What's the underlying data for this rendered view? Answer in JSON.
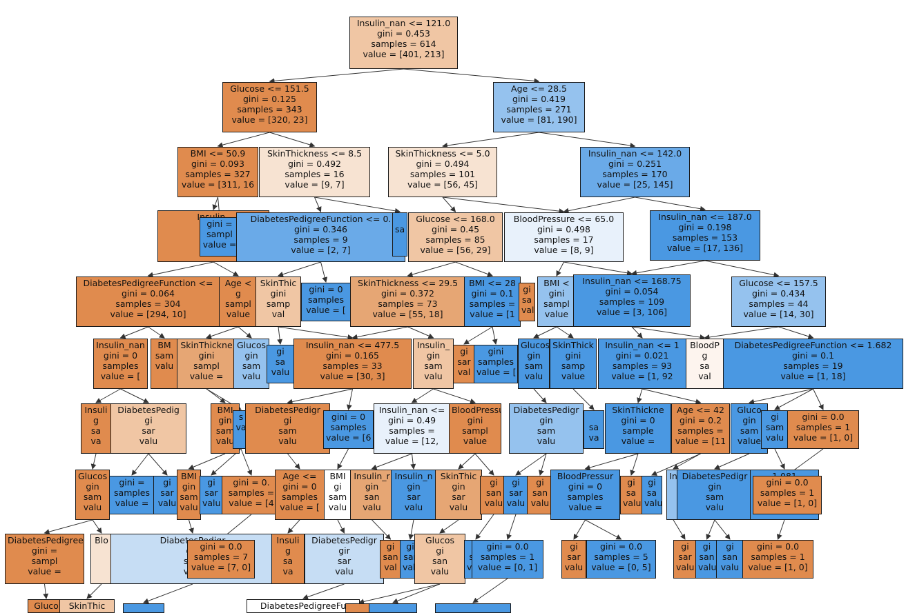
{
  "colors": {
    "orange_dark": "#e08b4e",
    "orange_mid": "#e6a674",
    "orange_light": "#f0c6a4",
    "orange_pale": "#f7e3d2",
    "orange_faint": "#fdf4ee",
    "white": "#ffffff",
    "blue_faint": "#e8f1fb",
    "blue_pale": "#c6ddf4",
    "blue_light": "#95c2ee",
    "blue_mid": "#6aaae8",
    "blue_dark": "#4a98e2",
    "edge": "#333333"
  },
  "nodes": [
    {
      "id": "root",
      "color": "orange_light",
      "lines": [
        "Insulin_nan <= 121.0",
        "gini = 0.453",
        "samples = 614",
        "value = [401, 213]"
      ]
    },
    {
      "id": "n1",
      "color": "orange_dark",
      "lines": [
        "Glucose <= 151.5",
        "gini = 0.125",
        "samples = 343",
        "value = [320, 23]"
      ]
    },
    {
      "id": "n2",
      "color": "blue_light",
      "lines": [
        "Age <= 28.5",
        "gini = 0.419",
        "samples = 271",
        "value = [81, 190]"
      ]
    },
    {
      "id": "n3",
      "color": "orange_dark",
      "lines": [
        "BMI <= 50.9",
        "gini = 0.093",
        "samples = 327",
        "value = [311, 16"
      ]
    },
    {
      "id": "n4",
      "color": "orange_pale",
      "lines": [
        "SkinThickness <= 8.5",
        "gini = 0.492",
        "samples = 16",
        "value = [9, 7]"
      ]
    },
    {
      "id": "n5",
      "color": "orange_pale",
      "lines": [
        "SkinThickness <= 5.0",
        "gini = 0.494",
        "samples = 101",
        "value = [56, 45]"
      ]
    },
    {
      "id": "n6",
      "color": "blue_mid",
      "lines": [
        "Insulin_nan <= 142.0",
        "gini = 0.251",
        "samples = 170",
        "value = [25, 145]"
      ]
    },
    {
      "id": "n7",
      "color": "orange_dark",
      "lines": [
        "Insulin_",
        "gin",
        "sam",
        "value"
      ]
    },
    {
      "id": "n8",
      "color": "blue_dark",
      "lines": [
        "gini =",
        "sampl",
        "value ="
      ]
    },
    {
      "id": "n9",
      "color": "blue_mid",
      "lines": [
        "DiabetesPedigreeFunction <= 0.",
        "gini = 0.346",
        "samples = 9",
        "value = [2, 7]"
      ]
    },
    {
      "id": "n10",
      "color": "blue_dark",
      "lines": [
        "",
        "sa",
        ""
      ]
    },
    {
      "id": "n11",
      "color": "orange_light",
      "lines": [
        "Glucose <= 168.0",
        "gini = 0.45",
        "samples = 85",
        "value = [56, 29]"
      ]
    },
    {
      "id": "n12",
      "color": "blue_faint",
      "lines": [
        "BloodPressure <= 65.0",
        "gini = 0.498",
        "samples = 17",
        "value = [8, 9]"
      ]
    },
    {
      "id": "n13",
      "color": "blue_dark",
      "lines": [
        "Insulin_nan <= 187.0",
        "gini = 0.198",
        "samples = 153",
        "value = [17, 136]"
      ]
    },
    {
      "id": "n14",
      "color": "orange_dark",
      "lines": [
        "DiabetesPedigreeFunction <=",
        "gini = 0.064",
        "samples = 304",
        "value = [294, 10]"
      ]
    },
    {
      "id": "n15",
      "color": "orange_dark",
      "lines": [
        "Age <",
        "g",
        "sampl",
        "value"
      ]
    },
    {
      "id": "n16",
      "color": "orange_light",
      "lines": [
        "SkinThic",
        "gini",
        "samp",
        "val"
      ]
    },
    {
      "id": "n17",
      "color": "blue_dark",
      "lines": [
        "gini = 0",
        "samples",
        "value = ["
      ]
    },
    {
      "id": "n18",
      "color": "orange_mid",
      "lines": [
        "SkinThickness <= 29.5",
        "gini = 0.372",
        "samples = 73",
        "value = [55, 18]"
      ]
    },
    {
      "id": "n19",
      "color": "blue_dark",
      "lines": [
        "BMI <= 28",
        "gini = 0.1",
        "samples =",
        "value = [1"
      ]
    },
    {
      "id": "n20",
      "color": "orange_dark",
      "lines": [
        "gi",
        "sa",
        "val"
      ]
    },
    {
      "id": "n21",
      "color": "blue_light",
      "lines": [
        "BMI <",
        "gini",
        "sampl",
        "value"
      ]
    },
    {
      "id": "n22",
      "color": "blue_dark",
      "lines": [
        "Insulin_nan <= 168.75",
        "gini = 0.054",
        "samples = 109",
        "value = [3, 106]"
      ]
    },
    {
      "id": "n23",
      "color": "blue_light",
      "lines": [
        "Glucose <= 157.5",
        "gini = 0.434",
        "samples = 44",
        "value = [14, 30]"
      ]
    },
    {
      "id": "n24",
      "color": "orange_dark",
      "lines": [
        "Insulin_nan",
        "gini = 0",
        "samples",
        "value = ["
      ]
    },
    {
      "id": "n25",
      "color": "orange_dark",
      "lines": [
        "BM",
        "sam",
        "valu"
      ]
    },
    {
      "id": "n26",
      "color": "orange_mid",
      "lines": [
        "SkinThickne",
        "gini",
        "sampl",
        "value ="
      ]
    },
    {
      "id": "n27",
      "color": "blue_light",
      "lines": [
        "Glucos",
        "gin",
        "sam",
        "valu"
      ]
    },
    {
      "id": "n28",
      "color": "blue_dark",
      "lines": [
        "gi",
        "sa",
        "valu"
      ]
    },
    {
      "id": "n29",
      "color": "orange_dark",
      "lines": [
        "Insulin_nan <= 477.5",
        "gini = 0.165",
        "samples = 33",
        "value = [30, 3]"
      ]
    },
    {
      "id": "n30",
      "color": "orange_light",
      "lines": [
        "Insulin_",
        "gin",
        "sam",
        "valu"
      ]
    },
    {
      "id": "n31",
      "color": "orange_dark",
      "lines": [
        "gi",
        "sar",
        "val"
      ]
    },
    {
      "id": "n32",
      "color": "blue_dark",
      "lines": [
        "gini",
        "samples",
        "value = ["
      ]
    },
    {
      "id": "n33",
      "color": "blue_dark",
      "lines": [
        "Glucos",
        "gin",
        "sam",
        "valu"
      ]
    },
    {
      "id": "n34",
      "color": "blue_dark",
      "lines": [
        "SkinThick",
        "gini",
        "samp",
        "value"
      ]
    },
    {
      "id": "n35",
      "color": "blue_dark",
      "lines": [
        "Insulin_nan <= 1",
        "gini = 0.021",
        "samples = 93",
        "value = [1, 92"
      ]
    },
    {
      "id": "n36",
      "color": "orange_faint",
      "lines": [
        "BloodP",
        "g",
        "sa",
        "val"
      ]
    },
    {
      "id": "n37",
      "color": "blue_dark",
      "lines": [
        "DiabetesPedigreeFunction <= 1.682",
        "gini = 0.1",
        "samples = 19",
        "value = [1, 18]"
      ]
    },
    {
      "id": "n38",
      "color": "orange_dark",
      "lines": [
        "Insuli",
        "g",
        "sa",
        "va"
      ]
    },
    {
      "id": "n39",
      "color": "orange_light",
      "lines": [
        "DiabetesPedig",
        "gi",
        "sar",
        "valu"
      ]
    },
    {
      "id": "n40",
      "color": "orange_dark",
      "lines": [
        "BMI",
        "gin",
        "sam",
        "valu"
      ]
    },
    {
      "id": "n41",
      "color": "blue_dark",
      "lines": [
        "s",
        "va"
      ]
    },
    {
      "id": "n42",
      "color": "orange_dark",
      "lines": [
        "DiabetesPedigr",
        "gi",
        "sam",
        "valu"
      ]
    },
    {
      "id": "n43",
      "color": "blue_dark",
      "lines": [
        "gini = 0",
        "samples",
        "value = [6"
      ]
    },
    {
      "id": "n44",
      "color": "blue_faint",
      "lines": [
        "Insulin_nan <=",
        "gini = 0.49",
        "samples =",
        "value = [12,"
      ]
    },
    {
      "id": "n45",
      "color": "orange_dark",
      "lines": [
        "BloodPressu",
        "gini",
        "sampl",
        "value"
      ]
    },
    {
      "id": "n46",
      "color": "blue_light",
      "lines": [
        "DiabetesPedigr",
        "gin",
        "sam",
        "valu"
      ]
    },
    {
      "id": "n47",
      "color": "blue_dark",
      "lines": [
        "",
        "sa",
        "va"
      ]
    },
    {
      "id": "n48",
      "color": "blue_dark",
      "lines": [
        "SkinThickne",
        "gini = 0",
        "sample",
        "value ="
      ]
    },
    {
      "id": "n49",
      "color": "orange_dark",
      "lines": [
        "Age <= 42",
        "gini = 0.2",
        "samples =",
        "value = [11"
      ]
    },
    {
      "id": "n50",
      "color": "blue_dark",
      "lines": [
        "Gluco",
        "gin",
        "sam",
        "value"
      ]
    },
    {
      "id": "n51",
      "color": "blue_dark",
      "lines": [
        "gi",
        "sam",
        "valu"
      ]
    },
    {
      "id": "n52",
      "color": "orange_dark",
      "lines": [
        "gini = 0.0",
        "samples = 1",
        "value = [1, 0]"
      ]
    },
    {
      "id": "n53",
      "color": "orange_dark",
      "lines": [
        "Glucos",
        "gin",
        "sam",
        "valu"
      ]
    },
    {
      "id": "n54",
      "color": "blue_dark",
      "lines": [
        "gini =",
        "samples",
        "value ="
      ]
    },
    {
      "id": "n55",
      "color": "blue_dark",
      "lines": [
        "gi",
        "sar",
        "valu"
      ]
    },
    {
      "id": "n56",
      "color": "orange_dark",
      "lines": [
        "BMI",
        "gin",
        "sam",
        "valu"
      ]
    },
    {
      "id": "n57",
      "color": "blue_dark",
      "lines": [
        "gi",
        "sar",
        "valu"
      ]
    },
    {
      "id": "n58",
      "color": "orange_dark",
      "lines": [
        "gini = 0.",
        "samples =",
        "value = [4"
      ]
    },
    {
      "id": "n59",
      "color": "orange_dark",
      "lines": [
        "Age <=",
        "gini = 0",
        "samples",
        "value = ["
      ]
    },
    {
      "id": "n60",
      "color": "white",
      "lines": [
        "BMI",
        "gi",
        "sam",
        "valu"
      ]
    },
    {
      "id": "n61",
      "color": "orange_mid",
      "lines": [
        "Insulin_r",
        "gin",
        "san",
        "valu"
      ]
    },
    {
      "id": "n62",
      "color": "blue_dark",
      "lines": [
        "Insulin_n",
        "gin",
        "sar",
        "valu"
      ]
    },
    {
      "id": "n63",
      "color": "orange_mid",
      "lines": [
        "SkinThic",
        "gin",
        "sar",
        "valu"
      ]
    },
    {
      "id": "n64",
      "color": "orange_dark",
      "lines": [
        "gi",
        "san",
        "valu"
      ]
    },
    {
      "id": "n65",
      "color": "blue_dark",
      "lines": [
        "gi",
        "sar",
        "valu"
      ]
    },
    {
      "id": "n66",
      "color": "orange_dark",
      "lines": [
        "gi",
        "san",
        "valu"
      ]
    },
    {
      "id": "n67",
      "color": "blue_dark",
      "lines": [
        "BloodPressur",
        "gini = 0",
        "samples",
        "value ="
      ]
    },
    {
      "id": "n68",
      "color": "orange_dark",
      "lines": [
        "gi",
        "sa",
        "valu"
      ]
    },
    {
      "id": "n69",
      "color": "blue_dark",
      "lines": [
        "gi",
        "sa",
        "valu"
      ]
    },
    {
      "id": "n70",
      "color": "blue_light",
      "lines": [
        "In",
        "",
        "",
        ""
      ]
    },
    {
      "id": "n71",
      "color": "blue_dark",
      "lines": [
        "DiabetesPedigr",
        "gin",
        "sam",
        "valu"
      ]
    },
    {
      "id": "n72",
      "color": "blue_dark",
      "lines": [
        "1.081",
        "",
        "",
        ""
      ]
    },
    {
      "id": "n73",
      "color": "orange_dark",
      "lines": [
        "gini = 0.0",
        "samples = 1",
        "value = [1, 0]"
      ]
    },
    {
      "id": "n74",
      "color": "orange_dark",
      "lines": [
        "DiabetesPedigree",
        "gini =",
        "sampl",
        "value ="
      ]
    },
    {
      "id": "n75",
      "color": "orange_pale",
      "lines": [
        "Blo",
        "",
        "",
        ""
      ]
    },
    {
      "id": "n76",
      "color": "blue_pale",
      "lines": [
        "DiabetesPedigr",
        "gin",
        "sam",
        "valu"
      ]
    },
    {
      "id": "n77",
      "color": "orange_dark",
      "lines": [
        "gini = 0.0",
        "samples = 7",
        "value = [7, 0]"
      ]
    },
    {
      "id": "n78",
      "color": "orange_dark",
      "lines": [
        "Insuli",
        "g",
        "sa",
        "va"
      ]
    },
    {
      "id": "n79",
      "color": "blue_pale",
      "lines": [
        "DiabetesPedigr",
        "gir",
        "sar",
        "valu"
      ]
    },
    {
      "id": "n80",
      "color": "orange_dark",
      "lines": [
        "gi",
        "san",
        "val"
      ]
    },
    {
      "id": "n81",
      "color": "blue_dark",
      "lines": [
        "gi",
        "sar",
        "valu"
      ]
    },
    {
      "id": "n82",
      "color": "orange_light",
      "lines": [
        "Glucos",
        "gi",
        "san",
        "valu"
      ]
    },
    {
      "id": "n83",
      "color": "blue_dark",
      "lines": [
        "gi",
        "sar",
        "valu"
      ]
    },
    {
      "id": "n84",
      "color": "blue_dark",
      "lines": [
        "gini = 0.0",
        "samples = 1",
        "value = [0, 1]"
      ]
    },
    {
      "id": "n85",
      "color": "orange_dark",
      "lines": [
        "gi",
        "sar",
        "valu"
      ]
    },
    {
      "id": "n86",
      "color": "blue_dark",
      "lines": [
        "gini = 0.0",
        "samples = 5",
        "value = [0, 5]"
      ]
    },
    {
      "id": "n87",
      "color": "orange_dark",
      "lines": [
        "gi",
        "sar",
        "valu"
      ]
    },
    {
      "id": "n88",
      "color": "blue_dark",
      "lines": [
        "gi",
        "san",
        "valu"
      ]
    },
    {
      "id": "n89",
      "color": "blue_dark",
      "lines": [
        "gi",
        "san",
        "valu"
      ]
    },
    {
      "id": "n90",
      "color": "orange_dark",
      "lines": [
        "gini = 0.0",
        "samples = 1",
        "value = [1, 0]"
      ]
    },
    {
      "id": "n91",
      "color": "orange_dark",
      "lines": [
        "Gluco"
      ]
    },
    {
      "id": "n92",
      "color": "orange_light",
      "lines": [
        "SkinThic"
      ]
    },
    {
      "id": "n93",
      "color": "blue_dark",
      "lines": [
        ""
      ]
    },
    {
      "id": "n94",
      "color": "white",
      "lines": [
        "DiabetesPedigreeFu"
      ]
    },
    {
      "id": "n95",
      "color": "orange_dark",
      "lines": [
        ""
      ]
    },
    {
      "id": "n96",
      "color": "blue_dark",
      "lines": [
        ""
      ]
    },
    {
      "id": "n97",
      "color": "blue_dark",
      "lines": [
        ""
      ]
    }
  ],
  "edges": [
    [
      "root",
      "n1"
    ],
    [
      "root",
      "n2"
    ],
    [
      "n1",
      "n3"
    ],
    [
      "n1",
      "n4"
    ],
    [
      "n2",
      "n5"
    ],
    [
      "n2",
      "n6"
    ],
    [
      "n3",
      "n7"
    ],
    [
      "n3",
      "n8"
    ],
    [
      "n4",
      "n9"
    ],
    [
      "n4",
      "n10"
    ],
    [
      "n5",
      "n11"
    ],
    [
      "n5",
      "n12"
    ],
    [
      "n6",
      "n12"
    ],
    [
      "n6",
      "n13"
    ],
    [
      "n7",
      "n14"
    ],
    [
      "n7",
      "n15"
    ],
    [
      "n9",
      "n16"
    ],
    [
      "n9",
      "n17"
    ],
    [
      "n11",
      "n18"
    ],
    [
      "n11",
      "n19"
    ],
    [
      "n12",
      "n21"
    ],
    [
      "n12",
      "n22"
    ],
    [
      "n13",
      "n22"
    ],
    [
      "n13",
      "n23"
    ],
    [
      "n14",
      "n24"
    ],
    [
      "n14",
      "n25"
    ],
    [
      "n15",
      "n26"
    ],
    [
      "n15",
      "n27"
    ],
    [
      "n16",
      "n28"
    ],
    [
      "n16",
      "n29"
    ],
    [
      "n18",
      "n29"
    ],
    [
      "n18",
      "n30"
    ],
    [
      "n19",
      "n31"
    ],
    [
      "n19",
      "n32"
    ],
    [
      "n21",
      "n33"
    ],
    [
      "n21",
      "n34"
    ],
    [
      "n22",
      "n35"
    ],
    [
      "n22",
      "n36"
    ],
    [
      "n23",
      "n36"
    ],
    [
      "n23",
      "n37"
    ],
    [
      "n24",
      "n38"
    ],
    [
      "n24",
      "n39"
    ],
    [
      "n26",
      "n40"
    ],
    [
      "n26",
      "n41"
    ],
    [
      "n29",
      "n42"
    ],
    [
      "n29",
      "n43"
    ],
    [
      "n30",
      "n44"
    ],
    [
      "n30",
      "n45"
    ],
    [
      "n33",
      "n46"
    ],
    [
      "n34",
      "n47"
    ],
    [
      "n35",
      "n48"
    ],
    [
      "n35",
      "n49"
    ],
    [
      "n37",
      "n50"
    ],
    [
      "n37",
      "n51"
    ],
    [
      "n37",
      "n52"
    ],
    [
      "n38",
      "n53"
    ],
    [
      "n39",
      "n54"
    ],
    [
      "n39",
      "n55"
    ],
    [
      "n40",
      "n56"
    ],
    [
      "n41",
      "n57"
    ],
    [
      "n41",
      "n58"
    ],
    [
      "n42",
      "n59"
    ],
    [
      "n43",
      "n60"
    ],
    [
      "n44",
      "n61"
    ],
    [
      "n44",
      "n62"
    ],
    [
      "n45",
      "n63"
    ],
    [
      "n45",
      "n64"
    ],
    [
      "n46",
      "n65"
    ],
    [
      "n46",
      "n66"
    ],
    [
      "n48",
      "n67"
    ],
    [
      "n48",
      "n68"
    ],
    [
      "n49",
      "n69"
    ],
    [
      "n49",
      "n70"
    ],
    [
      "n50",
      "n71"
    ],
    [
      "n51",
      "n72"
    ],
    [
      "n52",
      "n73"
    ],
    [
      "n53",
      "n74"
    ],
    [
      "n53",
      "n75"
    ],
    [
      "n56",
      "n76"
    ],
    [
      "n58",
      "n77"
    ],
    [
      "n59",
      "n78"
    ],
    [
      "n60",
      "n79"
    ],
    [
      "n61",
      "n80"
    ],
    [
      "n62",
      "n81"
    ],
    [
      "n63",
      "n82"
    ],
    [
      "n64",
      "n83"
    ],
    [
      "n65",
      "n84"
    ],
    [
      "n67",
      "n85"
    ],
    [
      "n67",
      "n86"
    ],
    [
      "n70",
      "n87"
    ],
    [
      "n71",
      "n88"
    ],
    [
      "n71",
      "n89"
    ],
    [
      "n72",
      "n90"
    ],
    [
      "n74",
      "n91"
    ],
    [
      "n75",
      "n92"
    ],
    [
      "n76",
      "n93"
    ],
    [
      "n79",
      "n94"
    ],
    [
      "n82",
      "n95"
    ],
    [
      "n82",
      "n96"
    ],
    [
      "n84",
      "n97"
    ]
  ]
}
